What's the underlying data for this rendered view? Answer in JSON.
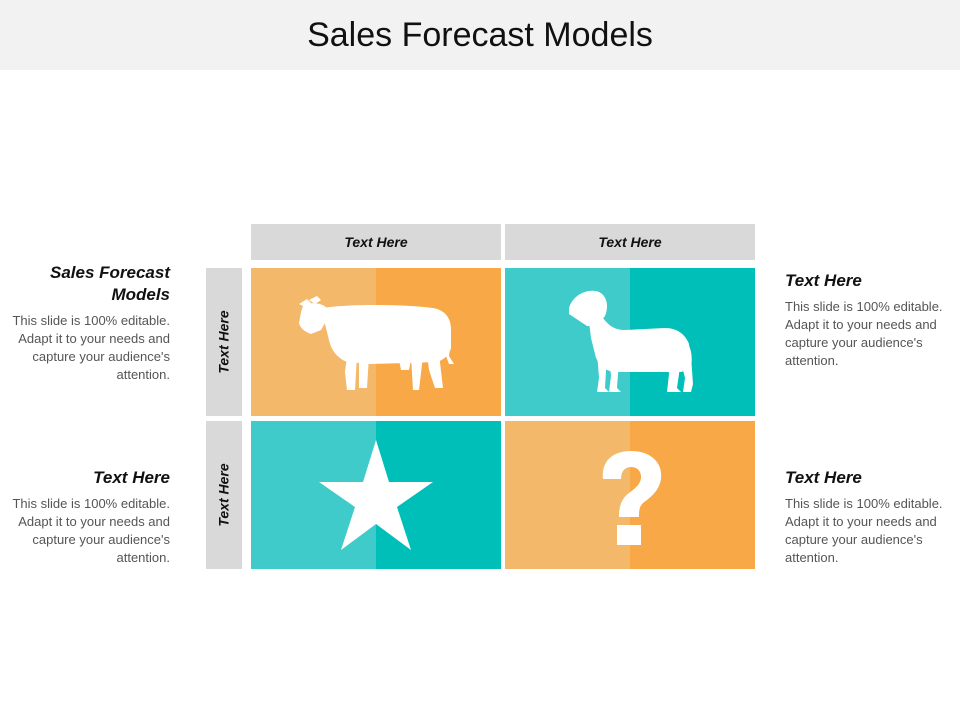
{
  "slide": {
    "title": "Sales Forecast Models"
  },
  "matrix": {
    "column_headers": [
      "Text Here",
      "Text Here"
    ],
    "row_headers": [
      "Text Here",
      "Text Here"
    ],
    "quadrants": [
      {
        "icon": "cow-icon",
        "color_left": "#f4b86a",
        "color_right": "#f8a846"
      },
      {
        "icon": "dog-icon",
        "color_left": "#3ecbca",
        "color_right": "#00bfb8"
      },
      {
        "icon": "star-icon",
        "color_left": "#3ecbca",
        "color_right": "#00bfb8"
      },
      {
        "icon": "question-mark-icon",
        "color_left": "#f4b86a",
        "color_right": "#f8a846"
      }
    ]
  },
  "text_blocks": {
    "top_left": {
      "title": "Sales Forecast Models",
      "desc": "This slide is 100% editable. Adapt it to your needs and capture your audience's attention."
    },
    "bottom_left": {
      "title": "Text Here",
      "desc": "This slide is 100% editable. Adapt it to your needs and capture your audience's attention."
    },
    "top_right": {
      "title": "Text Here",
      "desc": "This slide is 100% editable. Adapt it to your needs and capture your audience's attention."
    },
    "bottom_right": {
      "title": "Text Here",
      "desc": "This slide is 100% editable. Adapt it to your needs and capture your audience's attention."
    }
  }
}
